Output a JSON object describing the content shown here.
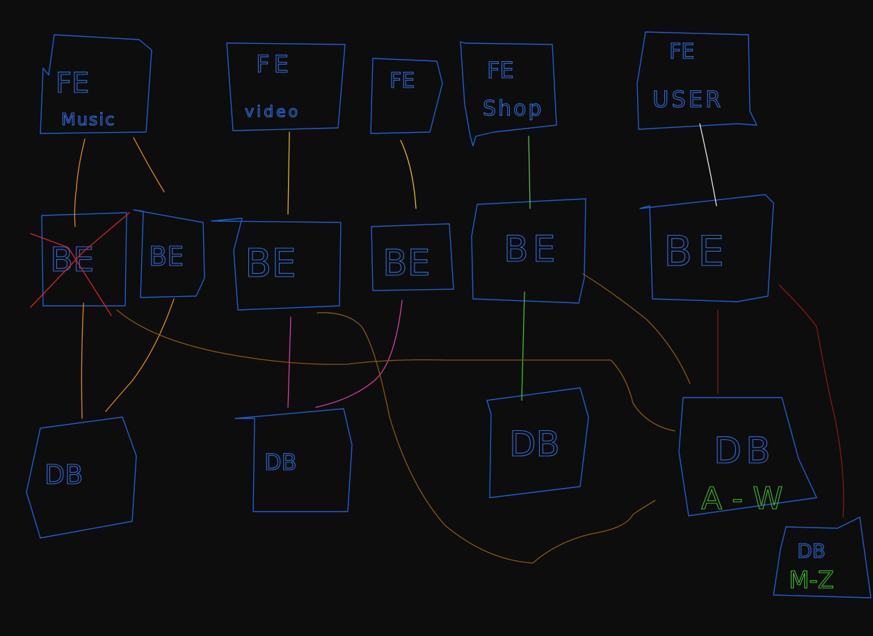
{
  "colors": {
    "background": "#0d0d0d",
    "box": "#1f5fd6",
    "label": "#2f6fe0",
    "green_label": "#3fc12a",
    "cross": "#e0241c"
  },
  "nodes": {
    "fe_music": {
      "line1": "FE",
      "line2": "Music"
    },
    "fe_video": {
      "line1": "FE",
      "line2": "video"
    },
    "fe_plain": {
      "line1": "FE"
    },
    "fe_shop": {
      "line1": "FE",
      "line2": "Shop"
    },
    "fe_user": {
      "line1": "FE",
      "line2": "USER"
    },
    "be_music_a": {
      "label": "BE",
      "crossed": true
    },
    "be_music_b": {
      "label": "BE"
    },
    "be_video": {
      "label": "BE"
    },
    "be_plain": {
      "label": "BE"
    },
    "be_shop": {
      "label": "BE"
    },
    "be_user": {
      "label": "BE"
    },
    "db_music": {
      "label": "DB"
    },
    "db_video": {
      "label": "DB"
    },
    "db_shop": {
      "label": "DB"
    },
    "db_user_1": {
      "label": "DB",
      "range": "A - W"
    },
    "db_user_2": {
      "label": "DB",
      "range": "M-Z"
    }
  },
  "edge_colors": {
    "music": "#e8891a",
    "video_fe_be": "#e8b51a",
    "plain_fe_be": "#e8c21a",
    "video_be_db": "#e03aa8",
    "shop_fe_be": "#5cc24a",
    "shop_be_db": "#3ec82a",
    "user_fe_be": "#e8e8e8",
    "user_be_db": "#8a1a10",
    "user_be_db2": "#8c1810",
    "cross_links": "#8a5a10"
  }
}
